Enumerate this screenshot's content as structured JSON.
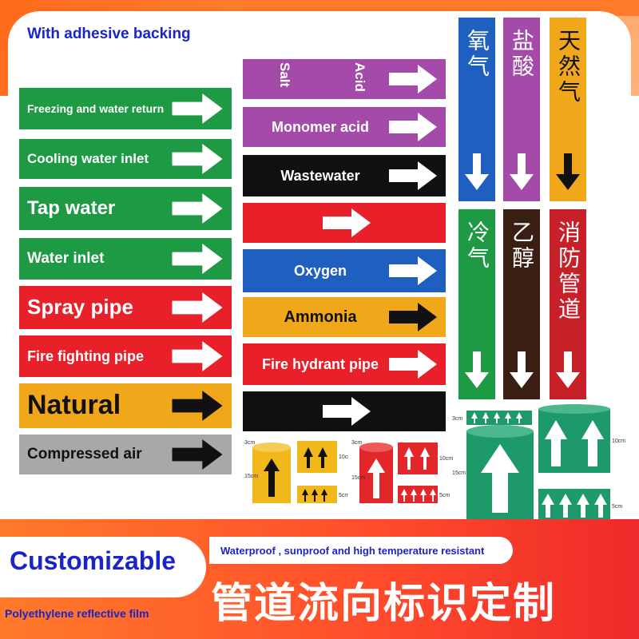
{
  "header": {
    "adhesive_label": "With adhesive backing"
  },
  "left_strips": [
    {
      "label": "Freezing and water return",
      "bg": "#1e9a45",
      "arrow": "white"
    },
    {
      "label": "Cooling water inlet",
      "bg": "#1e9a45",
      "arrow": "white"
    },
    {
      "label": "Tap water",
      "bg": "#1e9a45",
      "arrow": "white"
    },
    {
      "label": "Water inlet",
      "bg": "#1e9a45",
      "arrow": "white"
    },
    {
      "label": "Spray pipe",
      "bg": "#e8202a",
      "arrow": "white"
    },
    {
      "label": "Fire fighting pipe",
      "bg": "#e8202a",
      "arrow": "white"
    },
    {
      "label": "Natural",
      "bg": "#f0a81a",
      "arrow": "black"
    },
    {
      "label": "Compressed air",
      "bg": "#a8a8a8",
      "arrow": "black"
    }
  ],
  "middle_strips": [
    {
      "label_left": "Salt",
      "label_right": "Acid",
      "bg": "#a44aa8",
      "arrow": "white"
    },
    {
      "label": "Monomer acid",
      "bg": "#a44aa8",
      "arrow": "white"
    },
    {
      "label": "Wastewater",
      "bg": "#111111",
      "arrow": "white"
    },
    {
      "label": "",
      "bg": "#e8202a",
      "arrow": "white"
    },
    {
      "label": "Oxygen",
      "bg": "#1f5fc0",
      "arrow": "white"
    },
    {
      "label": "Ammonia",
      "bg": "#f0a81a",
      "arrow": "black"
    },
    {
      "label": "Fire hydrant pipe",
      "bg": "#e8202a",
      "arrow": "white"
    },
    {
      "label": "",
      "bg": "#111111",
      "arrow": "white"
    }
  ],
  "vertical_strips": [
    {
      "label": "氧气",
      "bg": "#1f5fc0",
      "arrow": "white"
    },
    {
      "label": "盐酸",
      "bg": "#a44aa8",
      "arrow": "white"
    },
    {
      "label": "天然气",
      "bg": "#f0a81a",
      "arrow": "black",
      "text_color": "#111111"
    },
    {
      "label": "冷气",
      "bg": "#1e9a45",
      "arrow": "white"
    },
    {
      "label": "乙醇",
      "bg": "#3a1e14",
      "arrow": "white"
    },
    {
      "label": "消防管道",
      "bg": "#c82028",
      "arrow": "white"
    }
  ],
  "roll_dimensions": {
    "yellow": [
      "3cm",
      "10cm",
      "15cm",
      "5cm"
    ],
    "red": [
      "3cm",
      "10cm",
      "15cm",
      "5cm"
    ],
    "green": [
      "3cm",
      "10cm",
      "15cm",
      "5cm"
    ]
  },
  "footer": {
    "customizable": "Customizable",
    "waterproof": "Waterproof , sunproof and high temperature resistant",
    "film": "Polyethylene reflective film",
    "cn_title": "管道流向标识定制"
  }
}
